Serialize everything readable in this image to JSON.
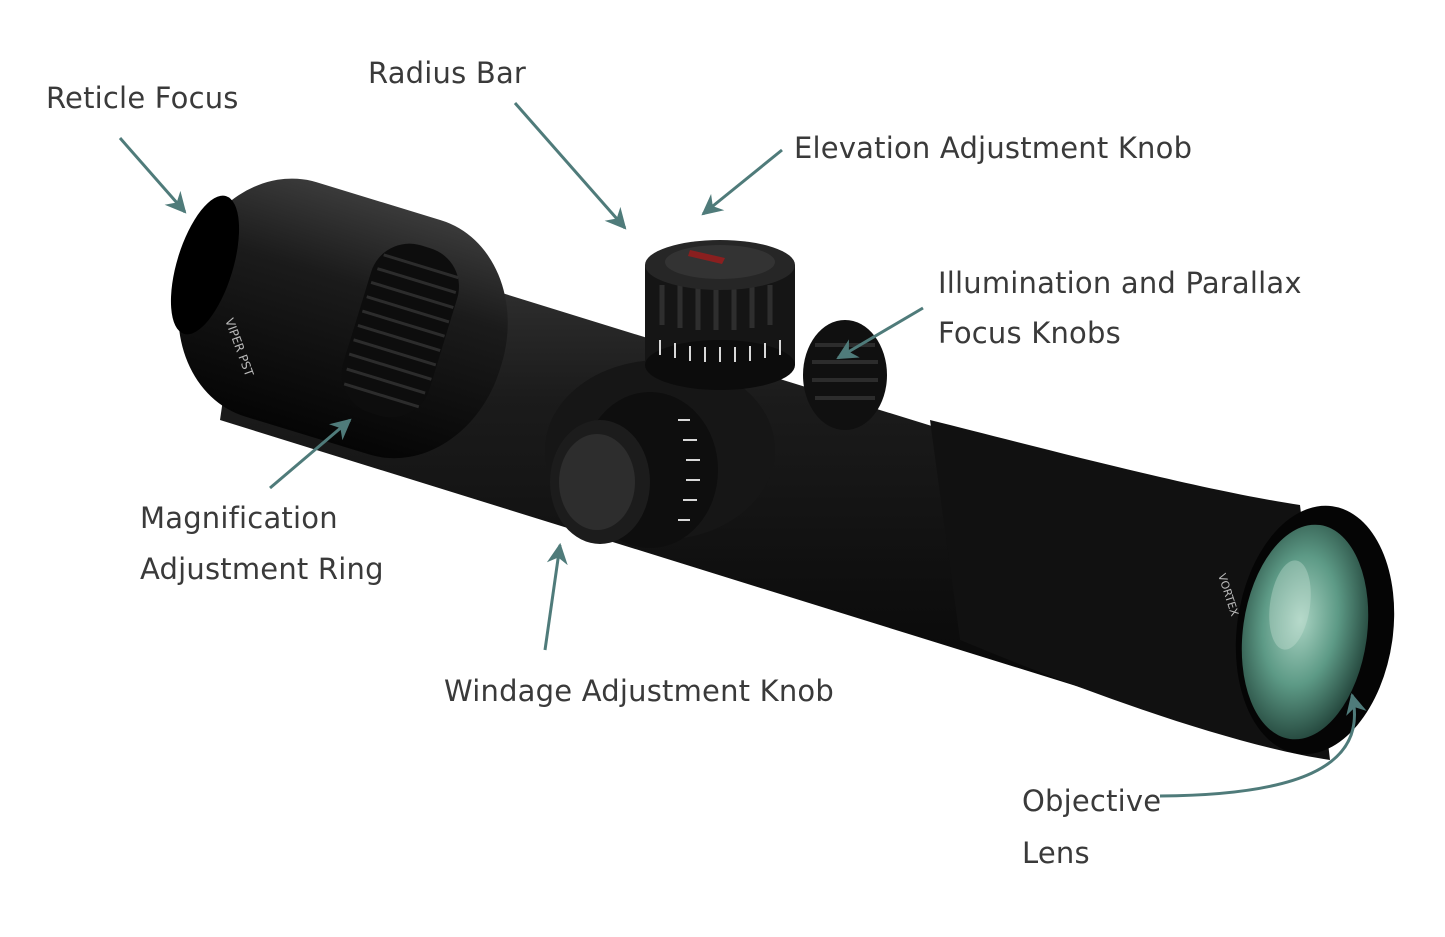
{
  "colors": {
    "arrow": "#4f7b7a",
    "label_text": "#3a3a3a",
    "scope_body": "#141414",
    "lens_glass": "#5d9a86"
  },
  "scope": {
    "brand_mark": "VORTEX",
    "model_mark": "VIPER PST"
  },
  "labels": {
    "reticle_focus": "Reticle Focus",
    "radius_bar": "Radius Bar",
    "elevation_knob": "Elevation Adjustment Knob",
    "illumination_line1": "Illumination and Parallax",
    "illumination_line2": "Focus Knobs",
    "magnification_line1": "Magnification",
    "magnification_line2": "Adjustment Ring",
    "windage_knob": "Windage Adjustment Knob",
    "objective_line1": "Objective",
    "objective_line2": "Lens"
  }
}
